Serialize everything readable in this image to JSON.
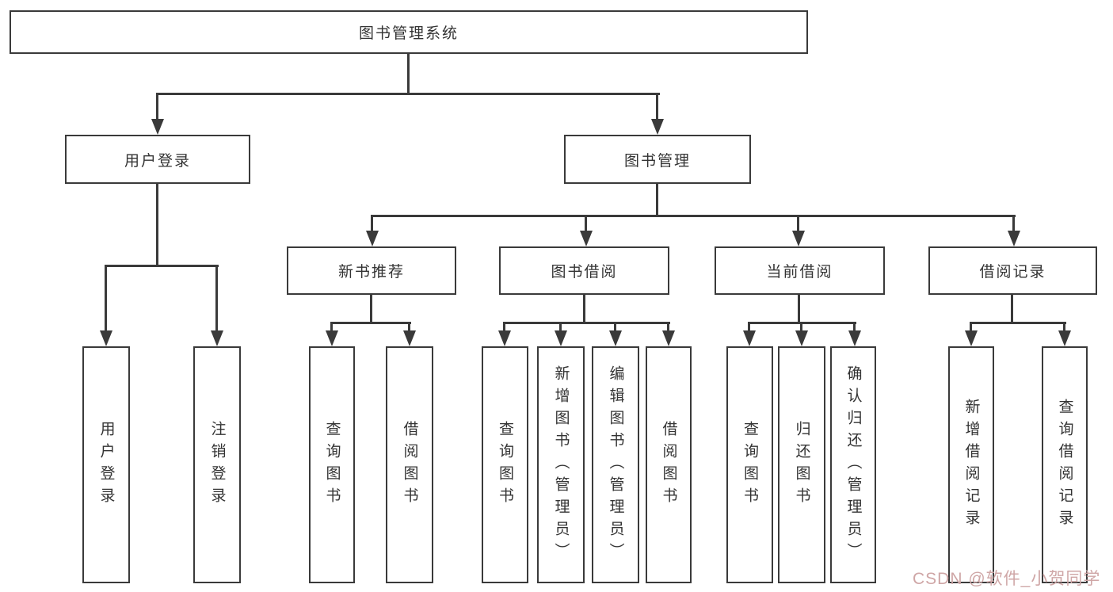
{
  "tree": {
    "root": {
      "label": "图书管理系统"
    },
    "branches": [
      {
        "label": "用户登录",
        "children": [
          {
            "label": "用户登录"
          },
          {
            "label": "注销登录"
          }
        ]
      },
      {
        "label": "图书管理",
        "children": [
          {
            "label": "新书推荐",
            "children": [
              {
                "label": "查询图书"
              },
              {
                "label": "借阅图书"
              }
            ]
          },
          {
            "label": "图书借阅",
            "children": [
              {
                "label": "查询图书"
              },
              {
                "label": "新增图书（管理员）"
              },
              {
                "label": "编辑图书（管理员）"
              },
              {
                "label": "借阅图书"
              }
            ]
          },
          {
            "label": "当前借阅",
            "children": [
              {
                "label": "查询图书"
              },
              {
                "label": "归还图书"
              },
              {
                "label": "确认归还（管理员）"
              }
            ]
          },
          {
            "label": "借阅记录",
            "children": [
              {
                "label": "新增借阅记录"
              },
              {
                "label": "查询借阅记录"
              }
            ]
          }
        ]
      }
    ]
  },
  "watermark": {
    "text": "CSDN @软件_小贺同学"
  },
  "colors": {
    "line": "#3a3a3a",
    "text": "#333333",
    "background": "#ffffff",
    "watermark": "#cfa6a6"
  }
}
